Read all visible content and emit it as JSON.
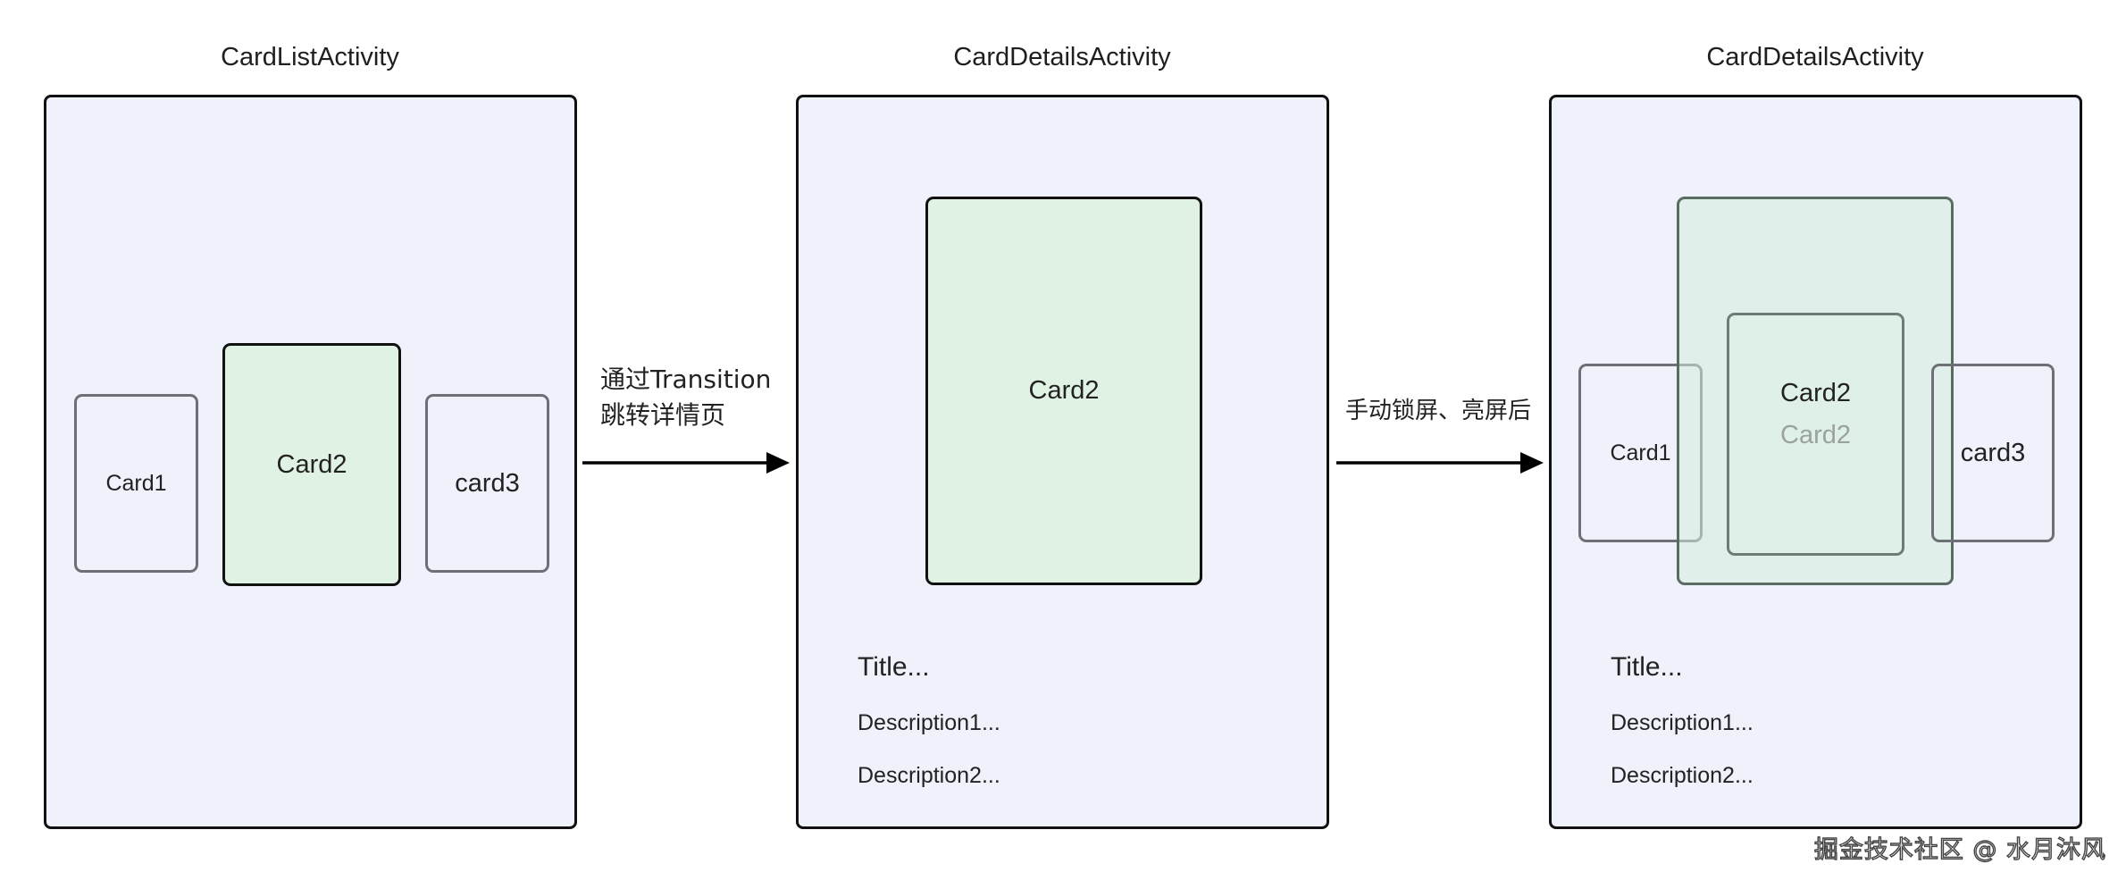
{
  "panels": [
    {
      "title": "CardListActivity",
      "cards": {
        "left": "Card1",
        "center": "Card2",
        "right": "card3"
      }
    },
    {
      "title": "CardDetailsActivity",
      "card": "Card2",
      "text": {
        "title": "Title...",
        "desc1": "Description1...",
        "desc2": "Description2..."
      }
    },
    {
      "title": "CardDetailsActivity",
      "cards": {
        "left": "Card1",
        "center": "Card2",
        "center_ghost": "Card2",
        "right": "card3"
      },
      "text": {
        "title": "Title...",
        "desc1": "Description1...",
        "desc2": "Description2..."
      }
    }
  ],
  "arrows": [
    {
      "label_line1": "通过Transition",
      "label_line2": "跳转详情页"
    },
    {
      "label": "手动锁屏、亮屏后"
    }
  ],
  "watermark": "掘金技术社区 @ 水月沐风",
  "colors": {
    "panel_bg": "#eff2fb",
    "card_green": "#dff2e4",
    "border": "#111111",
    "side_border": "#6d7077"
  }
}
